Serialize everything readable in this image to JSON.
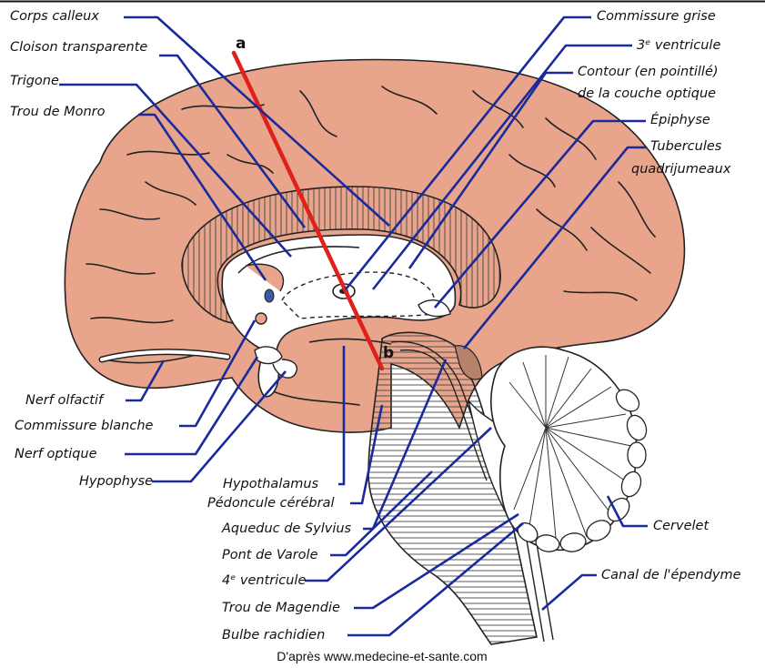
{
  "figure": {
    "labels_left": [
      "Corps calleux",
      "Cloison transparente",
      "Trigone",
      "Trou de Monro",
      "Nerf olfactif",
      "Commissure blanche",
      "Nerf optique",
      "Hypophyse"
    ],
    "labels_right": [
      "Commissure grise",
      "3ᵉ ventricule",
      "Contour (en pointillé)",
      "de la couche optique",
      "Épiphyse",
      "Tubercules",
      "quadrijumeaux",
      "Cervelet",
      "Canal de l'épendyme"
    ],
    "labels_bottom": [
      "Hypothalamus",
      "Pédoncule cérébral",
      "Aqueduc de Sylvius",
      "Pont de Varole",
      "4ᵉ ventricule",
      "Trou de Magendie",
      "Bulbe rachidien"
    ],
    "cut_line": {
      "start_label": "a",
      "end_label": "b"
    },
    "credit": "D'après www.medecine-et-sante.com",
    "colors": {
      "cortex": "#e8a58c",
      "cortex_outline": "#222222",
      "leader_lines": "#1a2a9c",
      "cut_line": "#e0201a",
      "frame": "#111111"
    }
  }
}
